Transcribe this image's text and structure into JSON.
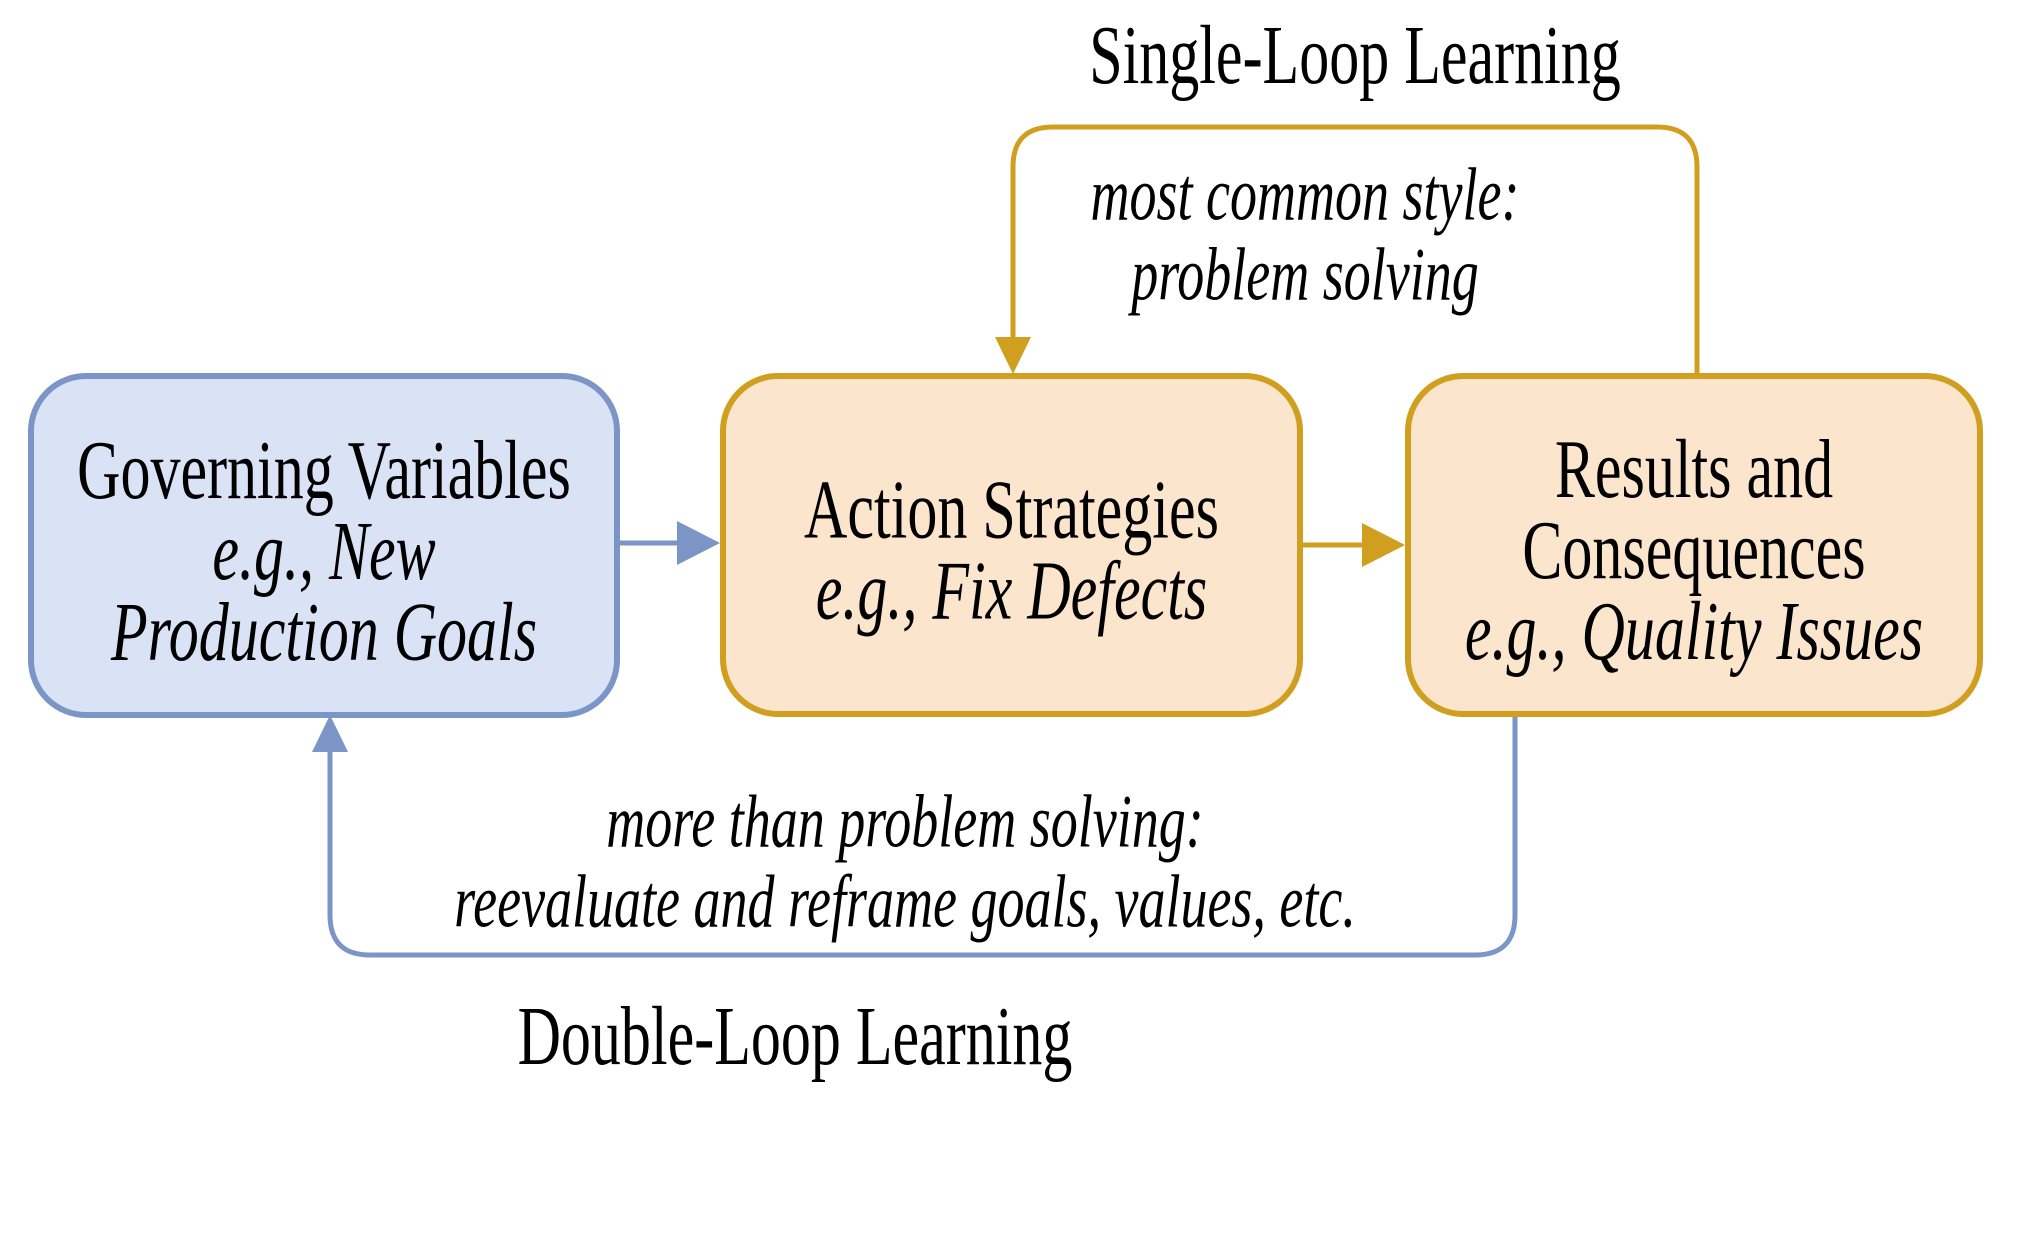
{
  "colors": {
    "background": "#ffffff",
    "text": "#000000",
    "blue_fill": "#d9e3f5",
    "blue_stroke": "#7b96c6",
    "orange_fill": "#fbe5cd",
    "gold_stroke": "#d09f1f"
  },
  "single_loop": {
    "title": "Single-Loop Learning",
    "caption_line1": "most common style:",
    "caption_line2": "problem solving"
  },
  "double_loop": {
    "title": "Double-Loop Learning",
    "caption_line1": "more than problem solving:",
    "caption_line2": "reevaluate and reframe goals, values, etc."
  },
  "boxes": {
    "governing": {
      "title": "Governing Variables",
      "example_line1": "e.g., New",
      "example_line2": "Production Goals"
    },
    "action": {
      "title": "Action Strategies",
      "example_line1": "e.g., Fix Defects"
    },
    "results": {
      "title_line1": "Results and",
      "title_line2": "Consequences",
      "example_line1": "e.g., Quality Issues"
    }
  }
}
